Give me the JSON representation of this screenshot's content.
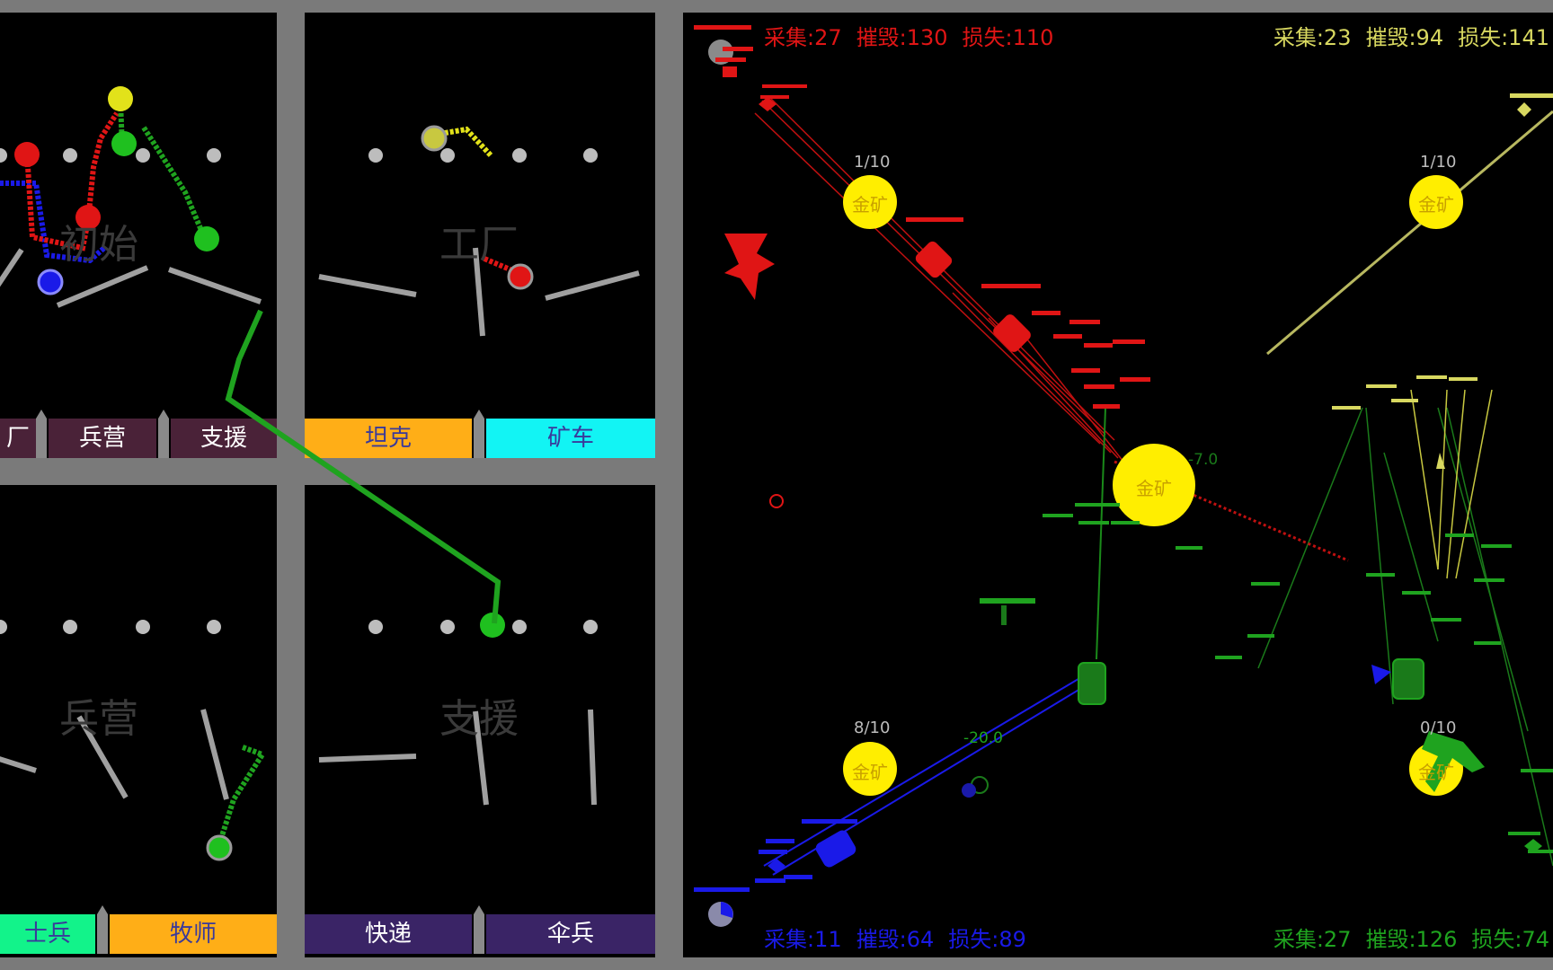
{
  "panels": {
    "top_left": {
      "watermark": "初始",
      "tabs": [
        "厂",
        "兵营",
        "支援"
      ]
    },
    "top_mid": {
      "watermark": "工厂",
      "tabs": [
        "坦克",
        "矿车"
      ]
    },
    "bottom_left": {
      "watermark": "兵营",
      "tabs": [
        "士兵",
        "牧师"
      ]
    },
    "bottom_mid": {
      "watermark": "支援",
      "tabs": [
        "快递",
        "伞兵"
      ]
    }
  },
  "stats": {
    "red": {
      "collect": "采集:27",
      "destroy": "摧毁:130",
      "loss": "损失:110"
    },
    "yellow": {
      "collect": "采集:23",
      "destroy": "摧毁:94",
      "loss": "损失:141"
    },
    "blue": {
      "collect": "采集:11",
      "destroy": "摧毁:64",
      "loss": "损失:89"
    },
    "green": {
      "collect": "采集:27",
      "destroy": "摧毁:126",
      "loss": "损失:74"
    }
  },
  "mines": {
    "top_left": {
      "count": "1/10",
      "label": "金矿"
    },
    "top_right": {
      "count": "1/10",
      "label": "金矿"
    },
    "center": {
      "label": "金矿"
    },
    "bottom_left": {
      "count": "8/10",
      "label": "金矿"
    },
    "bottom_right": {
      "count": "0/10",
      "label": "金矿"
    }
  },
  "damage_labels": [
    "-20.0",
    "-7.0"
  ],
  "colors": {
    "red": "#e01515",
    "yellow": "#d8d860",
    "blue": "#1a1ae8",
    "green": "#1fa31f",
    "gold": "#ffee00"
  }
}
